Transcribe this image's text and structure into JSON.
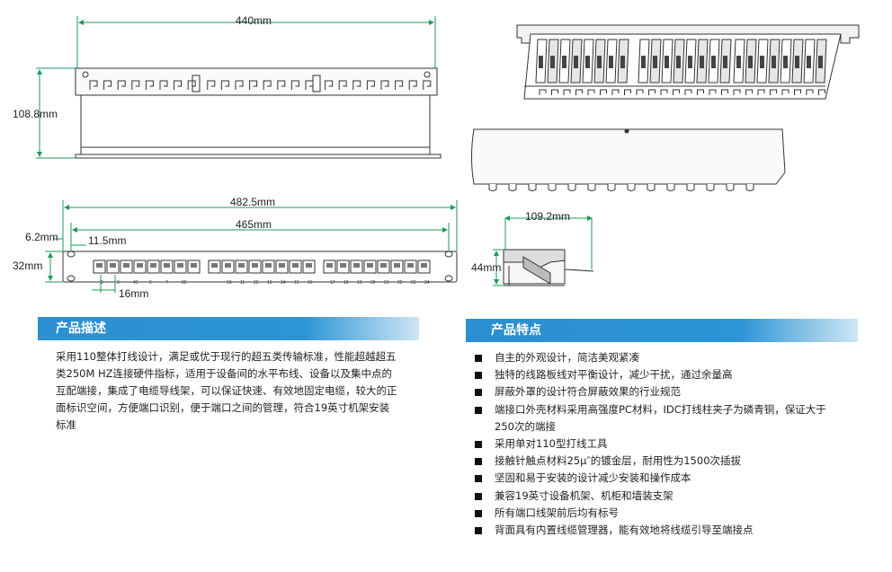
{
  "drawing": {
    "top_width": "440mm",
    "top_height": "108.8mm",
    "front_total_width": "482.5mm",
    "front_mount_width": "465mm",
    "front_edge_offset": "6.2mm",
    "front_hole_offset": "11.5mm",
    "front_height": "32mm",
    "port_pitch": "16mm",
    "side_depth": "109.2mm",
    "side_height": "44mm",
    "port_numbers_group1": [
      "2",
      "3",
      "45",
      "6",
      "7",
      "89"
    ],
    "port_numbers_group2": [
      "10",
      "11",
      "12",
      "13",
      "14",
      "15",
      "16"
    ],
    "port_numbers_group3": [
      "17",
      "18",
      "19",
      "20",
      "21",
      "22",
      "23",
      "24"
    ]
  },
  "description": {
    "title": "产品描述",
    "text": "采用110整体打线设计，满足或优于现行的超五类传输标准，性能超越超五类250M HZ连接硬件指标，适用于设备间的水平布线、设备以及集中点的互配端接，集成了电缆导线架，可以保证快速、有效地固定电缆，较大的正面标识空间，方便端口识别，便于端口之间的管理，符合19英寸机架安装标准"
  },
  "features": {
    "title": "产品特点",
    "items": [
      "自主的外观设计，简洁美观紧凑",
      "独特的线路板线对平衡设计，减少干扰，通过余量高",
      "屏蔽外罩的设计符合屏蔽效果的行业规范",
      "端接口外壳材料采用高强度PC材料，IDC打线柱夹子为磷青铜，保证大于250次的端接",
      "采用单对110型打线工具",
      "接触针触点材料25μ″的镀金层，耐用性为1500次插拔",
      "坚固和易于安装的设计减少安装和操作成本",
      "兼容19英寸设备机架、机柜和墙装支架",
      "所有端口线架前后均有标号",
      "背面具有内置线缆管理器，能有效地将线缆引导至端接点"
    ]
  }
}
